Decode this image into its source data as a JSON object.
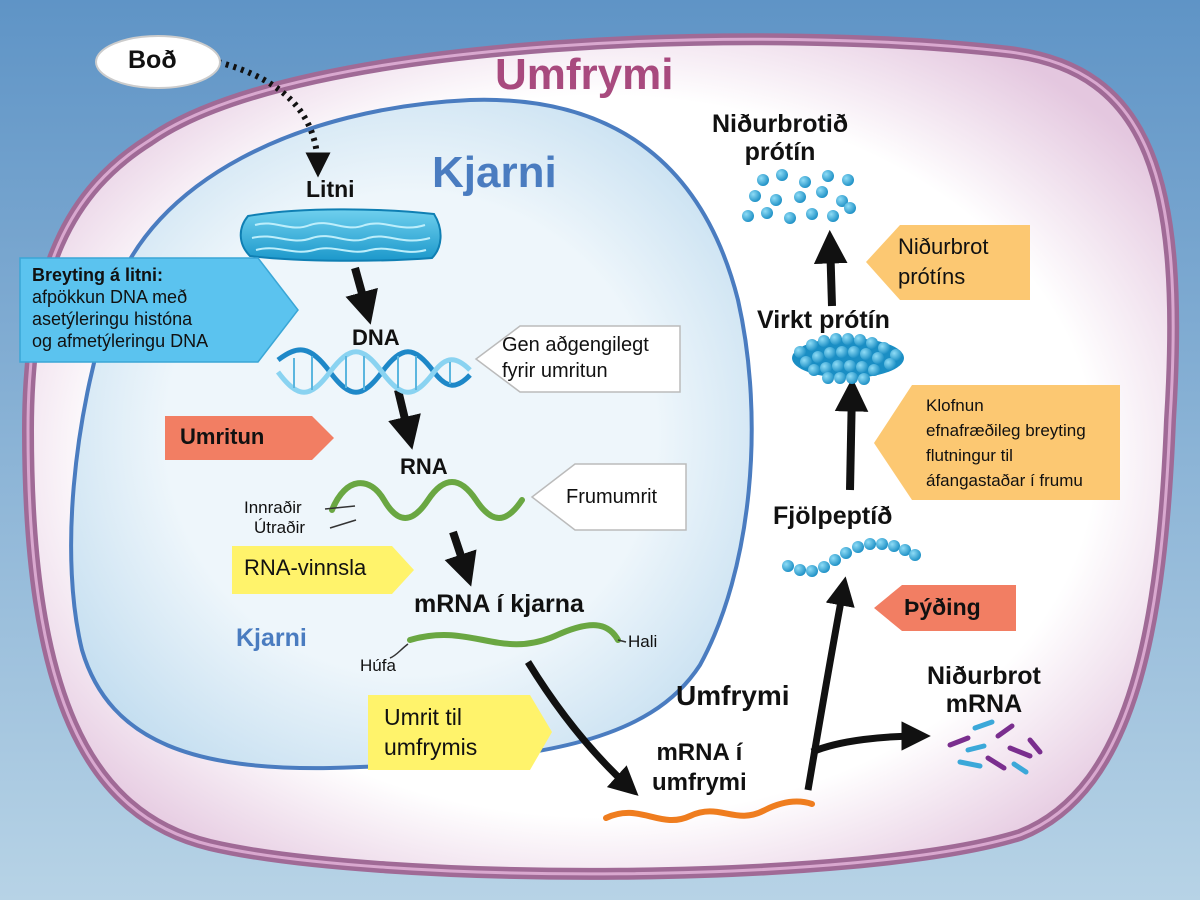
{
  "signal": "Boð",
  "cytoplasm_title": "Umfrymi",
  "nucleus_title": "Kjarni",
  "nucleus_label_small": "Kjarni",
  "cytoplasm_label": "Umfrymi",
  "stages": {
    "chromatin": "Litni",
    "dna": "DNA",
    "rna": "RNA",
    "nuclear_mrna": "mRNA í kjarna",
    "cyto_mrna": [
      "mRNA í",
      "umfrymi"
    ],
    "polypeptide": "Fjölpeptíð",
    "active_protein": "Virkt prótín",
    "degraded_protein": [
      "Niðurbrotið",
      "prótín"
    ],
    "degraded_mrna": [
      "Niðurbrot",
      "mRNA"
    ]
  },
  "rna_parts": {
    "intron": "Innraðir",
    "exon": "Útraðir"
  },
  "mrna_parts": {
    "cap": "Húfa",
    "tail": "Hali"
  },
  "callouts": {
    "chromatin_change": {
      "title": "Breyting á litni:",
      "lines": [
        "afpökkun DNA með",
        "asetýleringu históna",
        "og afmetýleringu DNA"
      ],
      "color": "#5bc3ef"
    },
    "gene_access": {
      "lines": [
        "Gen aðgengilegt",
        "fyrir umritun"
      ],
      "color": "#ffffff"
    },
    "transcription": {
      "text": "Umritun",
      "color": "#f27e63"
    },
    "primary_transcript": {
      "text": "Frumumrit",
      "color": "#ffffff"
    },
    "rna_processing": {
      "text": "RNA-vinnsla",
      "color": "#fff36b"
    },
    "export": {
      "lines": [
        "Umrit til",
        "umfrymis"
      ],
      "color": "#fff36b"
    },
    "translation": {
      "text": "Þýðing",
      "color": "#f27e63"
    },
    "cleavage": {
      "lines": [
        "Klofnun",
        "efnafræðileg breyting",
        "flutningur til",
        "áfangastaðar í frumu"
      ],
      "color": "#fcc872"
    },
    "protein_degradation": {
      "lines": [
        "Niðurbrot",
        "prótíns"
      ],
      "color": "#fcc872"
    }
  },
  "colors": {
    "cytoplasm_title": "#a84a7e",
    "nucleus_title": "#4a7cc0",
    "dna_strand": "#1e88c8",
    "rna_strand": "#6aa742",
    "cyto_mrna": "#ef7d1f",
    "protein_dots": "#29a9dd",
    "mrna_fragments": [
      "#7a2e8e",
      "#3ba8d9"
    ]
  }
}
